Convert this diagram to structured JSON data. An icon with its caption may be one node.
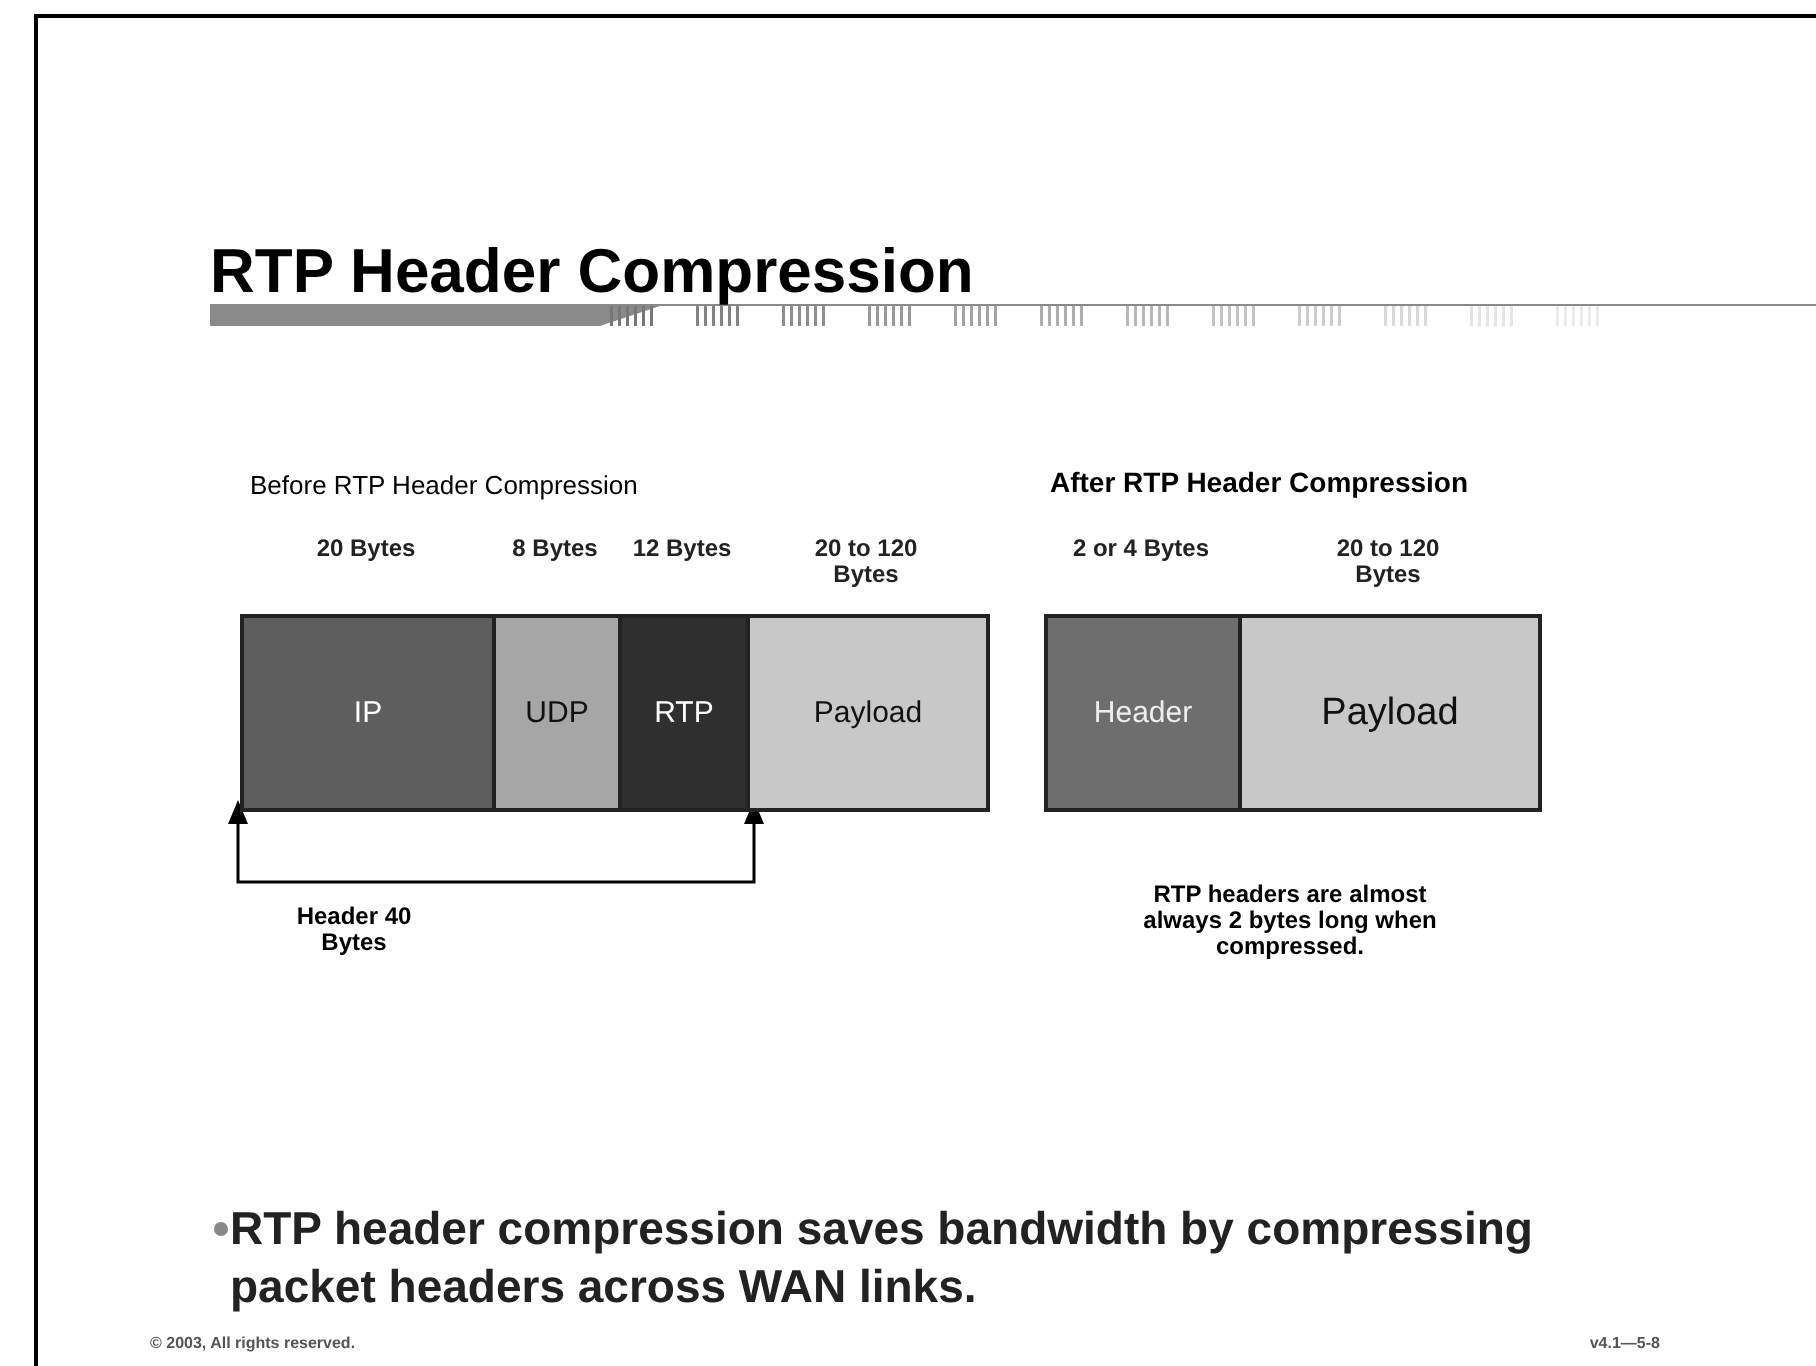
{
  "diagram": {
    "title": "RTP Header Compression",
    "nodes": [
      {
        "text": [
          "IP"
        ],
        "beside": [
          "20 Bytes"
        ]
      },
      {
        "text": [
          "UDP"
        ],
        "beside": [
          "8 Bytes"
        ]
      },
      {
        "text": [
          "RTP"
        ],
        "beside": [
          "12 Bytes"
        ]
      },
      {
        "text": [
          "Payload"
        ],
        "beside": [
          "20 to 120 Bytes"
        ]
      },
      {
        "text": [
          "Header"
        ],
        "beside": [
          "2 or 4 Bytes"
        ]
      },
      {
        "text": [
          "Payload"
        ],
        "beside": [
          "20 to 120 Bytes"
        ]
      }
    ],
    "labels": [
      "Before RTP Header Compression",
      "After RTP Header Compression",
      "Header 40 Bytes",
      "RTP headers are almost always 2 bytes long when compressed.",
      "RTP header compression saves bandwidth by compressing packet headers across WAN links.",
      "© 2003, All rights reserved.",
      "v4.1—5-8"
    ]
  }
}
